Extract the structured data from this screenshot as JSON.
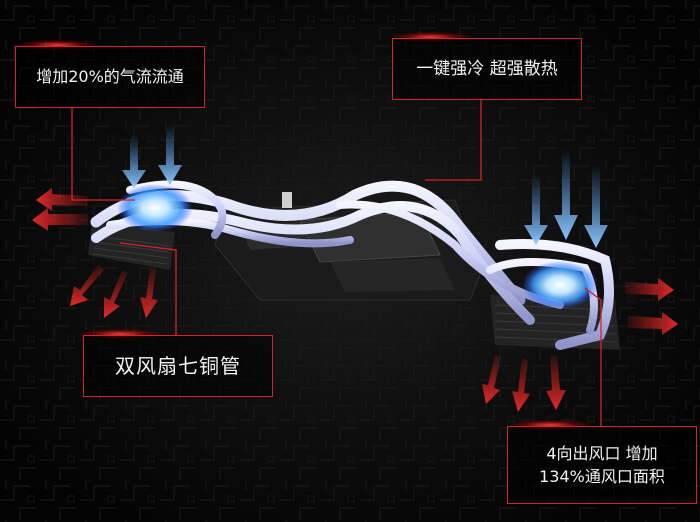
{
  "callouts": {
    "airflow": "增加20%的气流流通",
    "cooling": "一键强冷 超强散热",
    "heatpipes": "双风扇七铜管",
    "vents_line1": "4向出风口 增加",
    "vents_line2": "134%通风口面积"
  },
  "colors": {
    "background": "#050505",
    "accent_red": "#d6222a",
    "airflow_blue": "#5aa8ff",
    "exhaust_red": "#c81e1e",
    "heatpipe": "#cfd3f5"
  }
}
